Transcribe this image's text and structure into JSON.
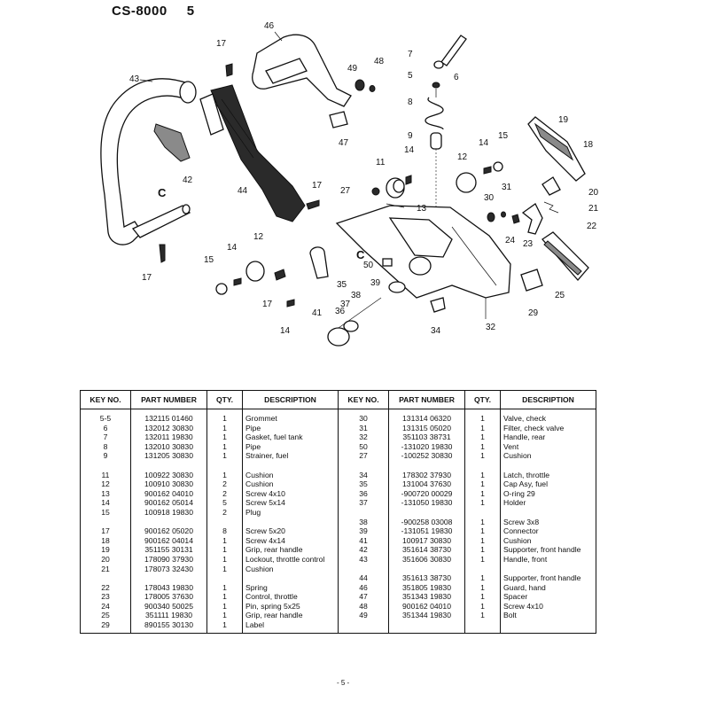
{
  "page": {
    "model": "CS-8000",
    "section": "5",
    "footer": "- 5 -"
  },
  "diagram": {
    "callouts": {
      "c5_5": "5",
      "c6": "6",
      "c7": "7",
      "c8": "8",
      "c9": "9",
      "c11": "11",
      "c12a": "12",
      "c12b": "12",
      "c13": "13",
      "c14a": "14",
      "c14b": "14",
      "c14c": "14",
      "c14d": "14",
      "c15a": "15",
      "c15b": "15",
      "c17a": "17",
      "c17b": "17",
      "c17c": "17",
      "c17d": "17",
      "c18": "18",
      "c19": "19",
      "c20": "20",
      "c21": "21",
      "c22": "22",
      "c23": "23",
      "c24": "24",
      "c25": "25",
      "c27": "27",
      "c29": "29",
      "c30": "30",
      "c31": "31",
      "c32": "32",
      "c34": "34",
      "c35": "35",
      "c36": "36",
      "c37": "37",
      "c38": "38",
      "c39": "39",
      "c41": "41",
      "c42": "42",
      "c43": "43",
      "c44": "44",
      "c46": "46",
      "c47": "47",
      "c48": "48",
      "c49": "49",
      "c50": "50",
      "ref_c1": "C",
      "ref_c2": "C"
    }
  },
  "table": {
    "headers": [
      "KEY NO.",
      "PART NUMBER",
      "QTY.",
      "DESCRIPTION",
      "KEY NO.",
      "PART NUMBER",
      "QTY.",
      "DESCRIPTION"
    ],
    "rows": [
      {
        "lk": "5-5",
        "lp": "132115 01460",
        "lq": "1",
        "ld": "Grommet",
        "rk": "30",
        "rp": "131314 06320",
        "rq": "1",
        "rd": "Valve, check"
      },
      {
        "lk": "6",
        "lp": "132012 30830",
        "lq": "1",
        "ld": "Pipe",
        "rk": "31",
        "rp": "131315 05020",
        "rq": "1",
        "rd": "Filter, check valve"
      },
      {
        "lk": "7",
        "lp": "132011 19830",
        "lq": "1",
        "ld": "Gasket, fuel tank",
        "rk": "32",
        "rp": "351103 38731",
        "rq": "1",
        "rd": "Handle, rear"
      },
      {
        "lk": "8",
        "lp": "132010 30830",
        "lq": "1",
        "ld": "Pipe",
        "rk": "50",
        "rp": "-131020 19830",
        "rq": "1",
        "rd": "  Vent"
      },
      {
        "lk": "9",
        "lp": "131205 30830",
        "lq": "1",
        "ld": "Strainer, fuel",
        "rk": "27",
        "rp": "-100252 30830",
        "rq": "1",
        "rd": "  Cushion"
      },
      {
        "gap": true
      },
      {
        "lk": "11",
        "lp": "100922 30830",
        "lq": "1",
        "ld": "Cushion",
        "rk": "34",
        "rp": "178302 37930",
        "rq": "1",
        "rd": "Latch, throttle"
      },
      {
        "lk": "12",
        "lp": "100910 30830",
        "lq": "2",
        "ld": "Cushion",
        "rk": "35",
        "rp": "131004 37630",
        "rq": "1",
        "rd": "Cap Asy, fuel"
      },
      {
        "lk": "13",
        "lp": "900162 04010",
        "lq": "2",
        "ld": "Screw 4x10",
        "rk": "36",
        "rp": "-900720 00029",
        "rq": "1",
        "rd": "  O-ring  29"
      },
      {
        "lk": "14",
        "lp": "900162 05014",
        "lq": "5",
        "ld": "Screw 5x14",
        "rk": "37",
        "rp": "-131050 19830",
        "rq": "1",
        "rd": "  Holder"
      },
      {
        "lk": "15",
        "lp": "100918 19830",
        "lq": "2",
        "ld": "Plug",
        "rk": "",
        "rp": "",
        "rq": "",
        "rd": ""
      },
      {
        "lk": "",
        "lp": "",
        "lq": "",
        "ld": "",
        "rk": "38",
        "rp": "-900258 03008",
        "rq": "1",
        "rd": "  Screw 3x8"
      },
      {
        "lk": "17",
        "lp": "900162 05020",
        "lq": "8",
        "ld": "Screw 5x20",
        "rk": "39",
        "rp": "-131051 19830",
        "rq": "1",
        "rd": "  Connector"
      },
      {
        "lk": "18",
        "lp": "900162 04014",
        "lq": "1",
        "ld": "Screw 4x14",
        "rk": "41",
        "rp": "100917 30830",
        "rq": "1",
        "rd": "Cushion"
      },
      {
        "lk": "19",
        "lp": "351155 30131",
        "lq": "1",
        "ld": "Grip, rear handle",
        "rk": "42",
        "rp": "351614 38730",
        "rq": "1",
        "rd": "Supporter, front  handle"
      },
      {
        "lk": "20",
        "lp": "178090 37930",
        "lq": "1",
        "ld": "Lockout, throttle control",
        "rk": "43",
        "rp": "351606 30830",
        "rq": "1",
        "rd": "Handle, front"
      },
      {
        "lk": "21",
        "lp": "178073 32430",
        "lq": "1",
        "ld": "Cushion",
        "rk": "",
        "rp": "",
        "rq": "",
        "rd": ""
      },
      {
        "lk": "",
        "lp": "",
        "lq": "",
        "ld": "",
        "rk": "44",
        "rp": "351613 38730",
        "rq": "1",
        "rd": "Supporter, front handle"
      },
      {
        "lk": "22",
        "lp": "178043  19830",
        "lq": "1",
        "ld": "Spring",
        "rk": "46",
        "rp": "351805 19830",
        "rq": "1",
        "rd": "Guard, hand"
      },
      {
        "lk": "23",
        "lp": "178005 37630",
        "lq": "1",
        "ld": "Control, throttle",
        "rk": "47",
        "rp": "351343 19830",
        "rq": "1",
        "rd": "Spacer"
      },
      {
        "lk": "24",
        "lp": "900340 50025",
        "lq": "1",
        "ld": "Pin, spring  5x25",
        "rk": "48",
        "rp": "900162 04010",
        "rq": "1",
        "rd": "Screw  4x10"
      },
      {
        "lk": "25",
        "lp": "351111 19830",
        "lq": "1",
        "ld": "Grip, rear handle",
        "rk": "49",
        "rp": "351344 19830",
        "rq": "1",
        "rd": "Bolt"
      },
      {
        "lk": "29",
        "lp": "890155 30130",
        "lq": "1",
        "ld": "Label",
        "rk": "",
        "rp": "",
        "rq": "",
        "rd": ""
      }
    ]
  }
}
